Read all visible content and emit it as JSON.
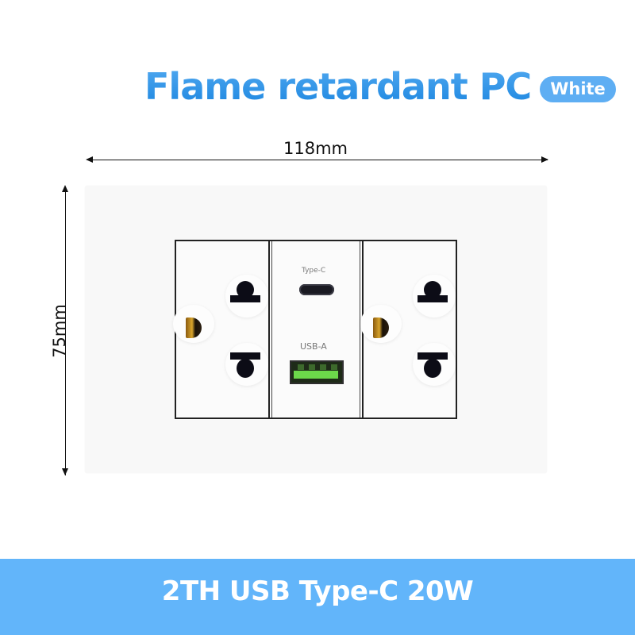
{
  "header": {
    "title": "Flame retardant PC",
    "color_badge": "White"
  },
  "dimensions": {
    "width_label": "118mm",
    "height_label": "75mm"
  },
  "product": {
    "modules": [
      {
        "type": "universal-socket",
        "position": "left"
      },
      {
        "type": "usb-module",
        "ports": [
          {
            "label": "Type-C"
          },
          {
            "label": "USB-A"
          }
        ]
      },
      {
        "type": "universal-socket",
        "position": "right"
      }
    ]
  },
  "footer": {
    "text": "2TH USB Type-C 20W"
  },
  "colors": {
    "title_blue": "#2e93e8",
    "badge_blue": "#5eaef3",
    "footer_blue": "#62b5fa",
    "usb_a_green": "#6cd84a"
  }
}
